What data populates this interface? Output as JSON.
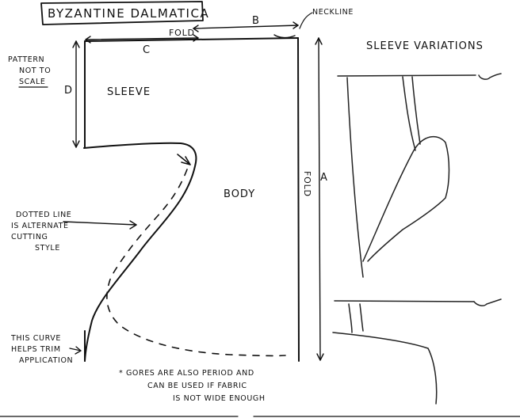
{
  "title": "BYZANTINE DALMATICA",
  "labels": {
    "fold_top": "FOLD",
    "b": "B",
    "neckline": "NECKLINE",
    "c": "C",
    "d": "D",
    "a": "A",
    "fold_right": "FOLD",
    "sleeve": "SLEEVE",
    "body": "BODY",
    "sleeve_variations": "SLEEVE VARIATIONS"
  },
  "notes": {
    "pattern_scale": [
      "PATTERN",
      "NOT TO",
      "SCALE"
    ],
    "dotted_line": [
      "DOTTED LINE",
      "IS ALTERNATE",
      "CUTTING",
      "STYLE"
    ],
    "curve_trim": [
      "THIS CURVE",
      "HELPS TRIM",
      "APPLICATION"
    ],
    "gores": [
      "* GORES ARE ALSO PERIOD AND",
      "CAN BE USED IF FABRIC",
      "IS NOT WIDE ENOUGH"
    ]
  }
}
